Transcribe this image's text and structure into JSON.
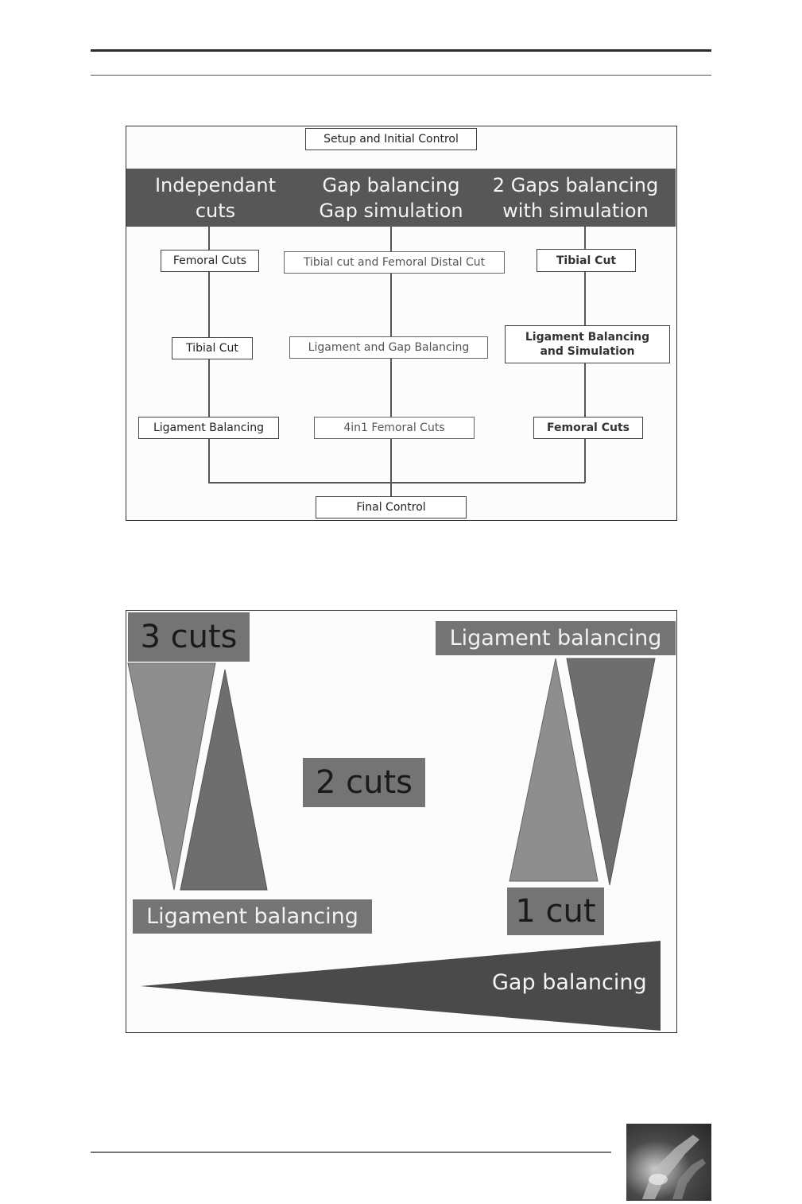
{
  "flowchart": {
    "top_box": "Setup and Initial Control",
    "bottom_box": "Final Control",
    "columns": [
      {
        "header_line1": "Independant",
        "header_line2": "cuts",
        "steps": [
          "Femoral Cuts",
          "Tibial Cut",
          "Ligament Balancing"
        ]
      },
      {
        "header_line1": "Gap balancing",
        "header_line2": "Gap simulation",
        "steps": [
          "Tibial cut and Femoral Distal Cut",
          "Ligament and Gap Balancing",
          "4in1 Femoral Cuts"
        ]
      },
      {
        "header_line1": "2 Gaps balancing",
        "header_line2": "with simulation",
        "steps": [
          "Tibial Cut",
          "Ligament Balancing",
          "and Simulation",
          "Femoral Cuts"
        ]
      }
    ]
  },
  "spectrum": {
    "label_3cuts": "3 cuts",
    "label_lig_top": "Ligament balancing",
    "label_2cuts": "2 cuts",
    "label_lig_bottom": "Ligament balancing",
    "label_1cut": "1 cut",
    "label_gap": "Gap balancing",
    "colors": {
      "dark_wedge": "#4a4a4a",
      "mid_wedge": "#6f6f6f",
      "light_wedge": "#8e8e8e",
      "tag_fill": "#747474",
      "band_fill": "#575757"
    }
  }
}
